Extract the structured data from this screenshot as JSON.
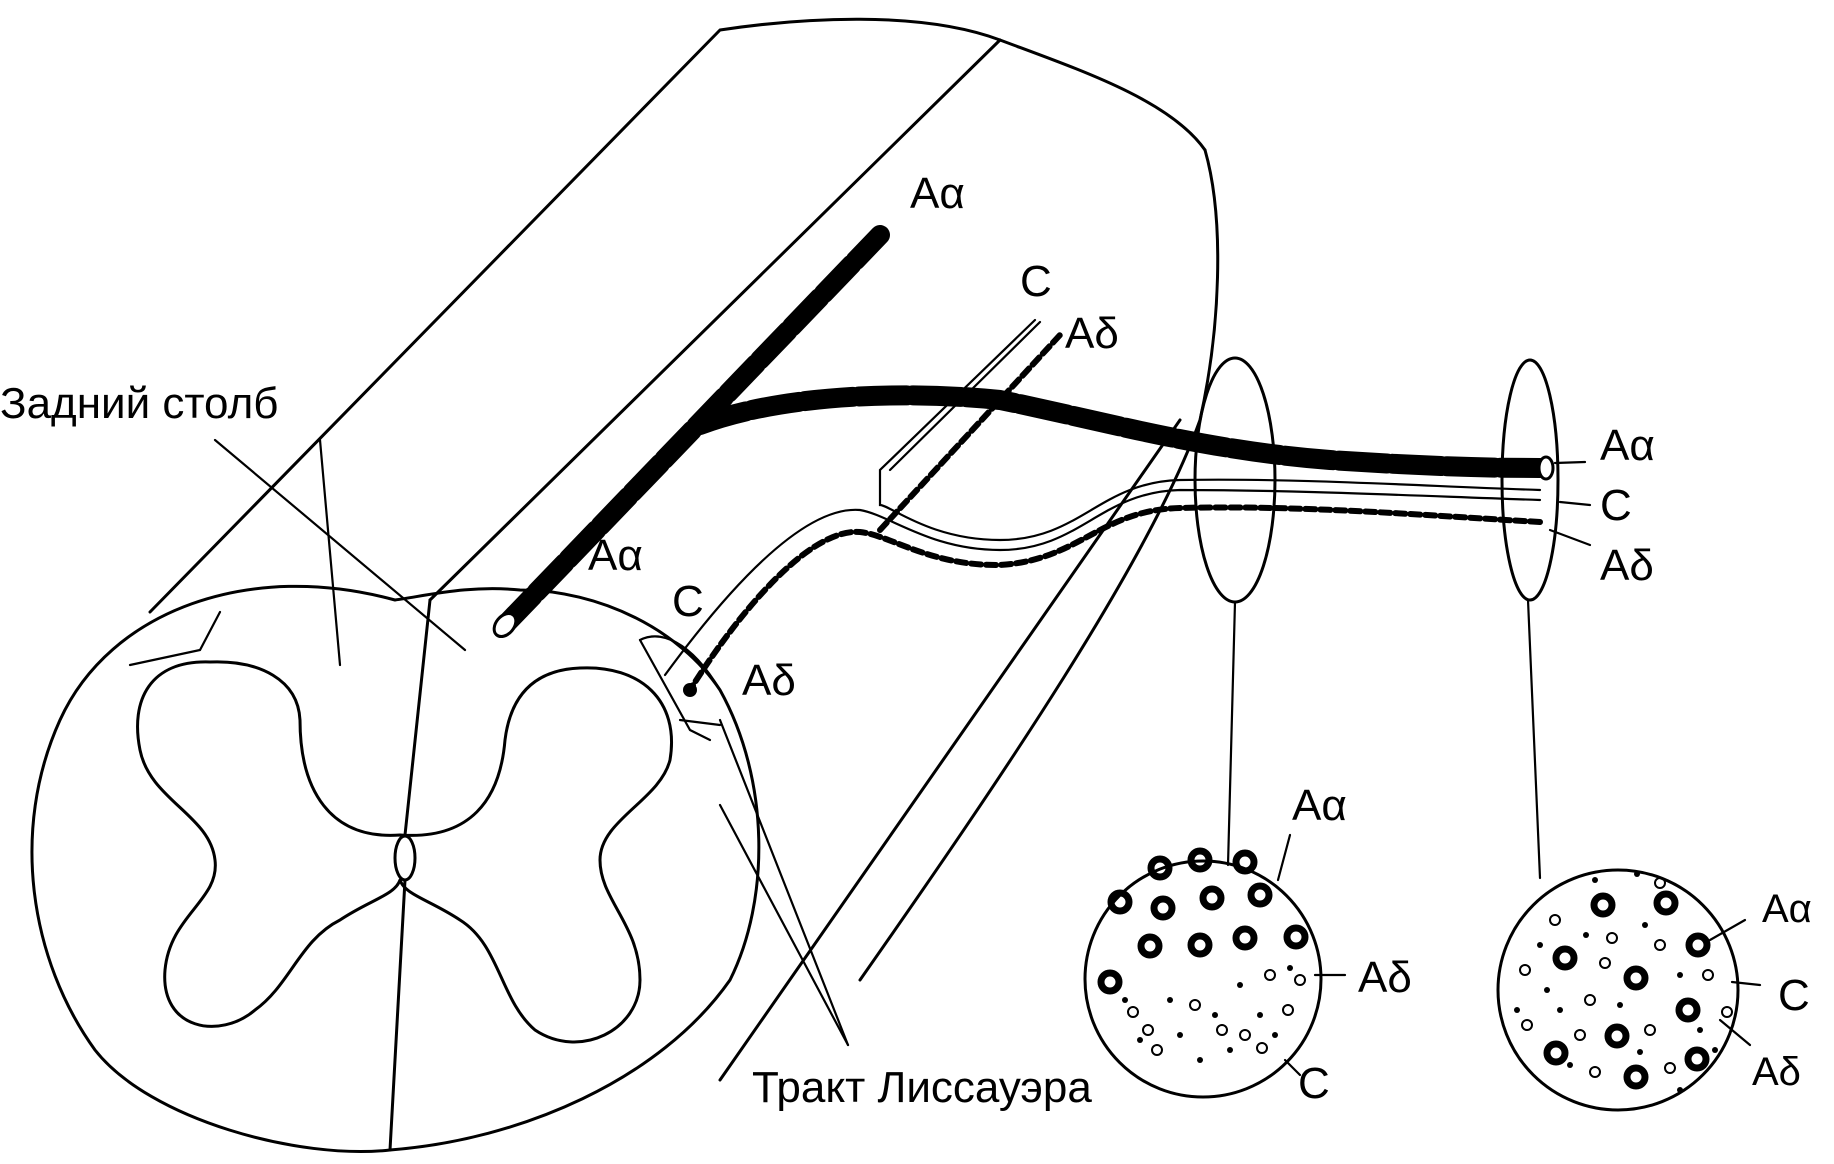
{
  "labels": {
    "dorsal_column": "Задний столб",
    "lissauer_tract": "Тракт Лиссауэра",
    "aalpha_top": "Aα",
    "c_top": "C",
    "adelta_top": "Aδ",
    "aalpha_entry": "Aα",
    "c_entry": "C",
    "adelta_entry": "Aδ",
    "ganglion2_aalpha": "Aα",
    "ganglion2_c": "C",
    "ganglion2_adelta": "Aδ",
    "cs1_aalpha": "Aα",
    "cs1_adelta": "Aδ",
    "cs1_c": "C",
    "cs2_aalpha": "Aα",
    "cs2_c": "C",
    "cs2_adelta": "Aδ"
  }
}
